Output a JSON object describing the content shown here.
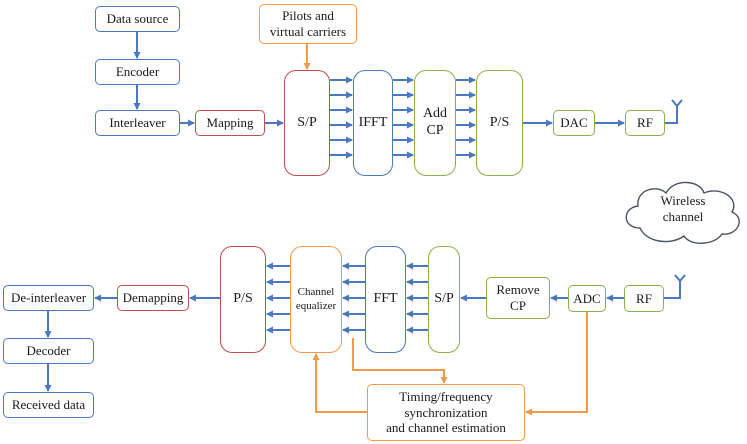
{
  "colors": {
    "data_path": "#4a79c0",
    "control_path": "#f29a49",
    "mapping": "#c0504d",
    "ofdm_block": "#8bb04a"
  },
  "transmitter": {
    "data_source": "Data source",
    "encoder": "Encoder",
    "interleaver": "Interleaver",
    "mapping": "Mapping",
    "pilots": "Pilots and\nvirtual carriers",
    "sp": "S/P",
    "ifft": "IFFT",
    "add_cp": "Add\nCP",
    "ps": "P/S",
    "dac": "DAC",
    "rf": "RF"
  },
  "channel": {
    "label": "Wireless\nchannel"
  },
  "receiver": {
    "rf": "RF",
    "adc": "ADC",
    "remove_cp": "Remove\nCP",
    "sp": "S/P",
    "fft": "FFT",
    "equalizer": "Channel\nequalizer",
    "ps": "P/S",
    "demapping": "Demapping",
    "deinterleaver": "De-interleaver",
    "decoder": "Decoder",
    "received": "Received data",
    "sync": "Timing/frequency\nsynchronization\nand channel estimation"
  }
}
